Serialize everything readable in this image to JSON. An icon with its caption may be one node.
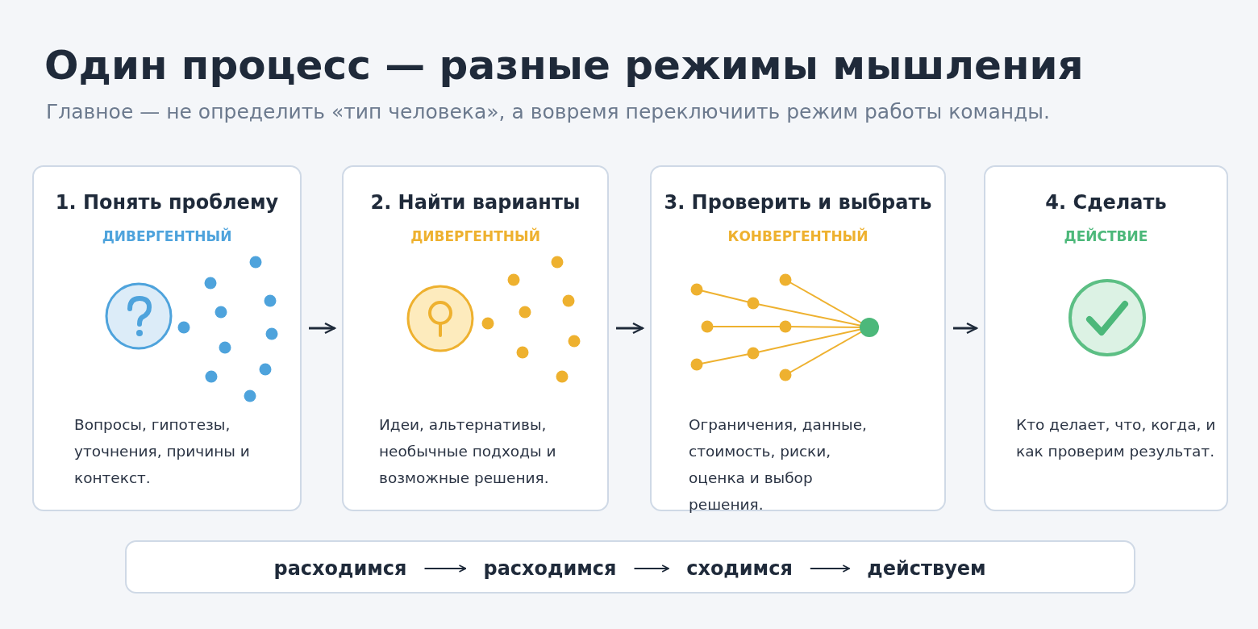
{
  "diagram": {
    "title": "Один процесс — разные режимы мышления",
    "nodes": [
      {
        "text": [
          "1. Понять проблему",
          "ДИВЕРГЕНТНЫЙ",
          "Вопросы, гипотезы, уточнения, причины и контекст."
        ]
      },
      {
        "text": [
          "2. Найти варианты",
          "ДИВЕРГЕНТНЫЙ",
          "Идеи, альтернативы, необычные подходы и возможные решения."
        ]
      },
      {
        "text": [
          "3. Проверить и выбрать",
          "КОНВЕРГЕНТНЫЙ",
          "Ограничения, данные, стоимость, риски, оценка и выбор решения."
        ]
      },
      {
        "text": [
          "4. Сделать",
          "ДЕЙСТВИЕ",
          "Кто делает, что, когда, и как проверим результат."
        ]
      },
      {
        "text": [],
        "shape": "bar"
      },
      {
        "text": [
          "расходимся"
        ],
        "in": 4
      },
      {
        "text": [
          "расходимся"
        ],
        "in": 4
      },
      {
        "text": [
          "сходимся"
        ],
        "in": 4
      },
      {
        "text": [
          "действуем"
        ],
        "in": 4
      }
    ],
    "edges": [
      {
        "from": 0,
        "to": 1,
        "arrow": "to"
      },
      {
        "from": 1,
        "to": 2,
        "arrow": "to"
      },
      {
        "from": 2,
        "to": 3,
        "arrow": "to"
      },
      {
        "from": 5,
        "to": 6,
        "arrow": "to"
      },
      {
        "from": 6,
        "to": 7,
        "arrow": "to"
      },
      {
        "from": 7,
        "to": 8,
        "arrow": "to"
      }
    ],
    "labels": [
      "Главное — не определить «тип человека», а вовремя переключиить режим работы команды."
    ]
  }
}
